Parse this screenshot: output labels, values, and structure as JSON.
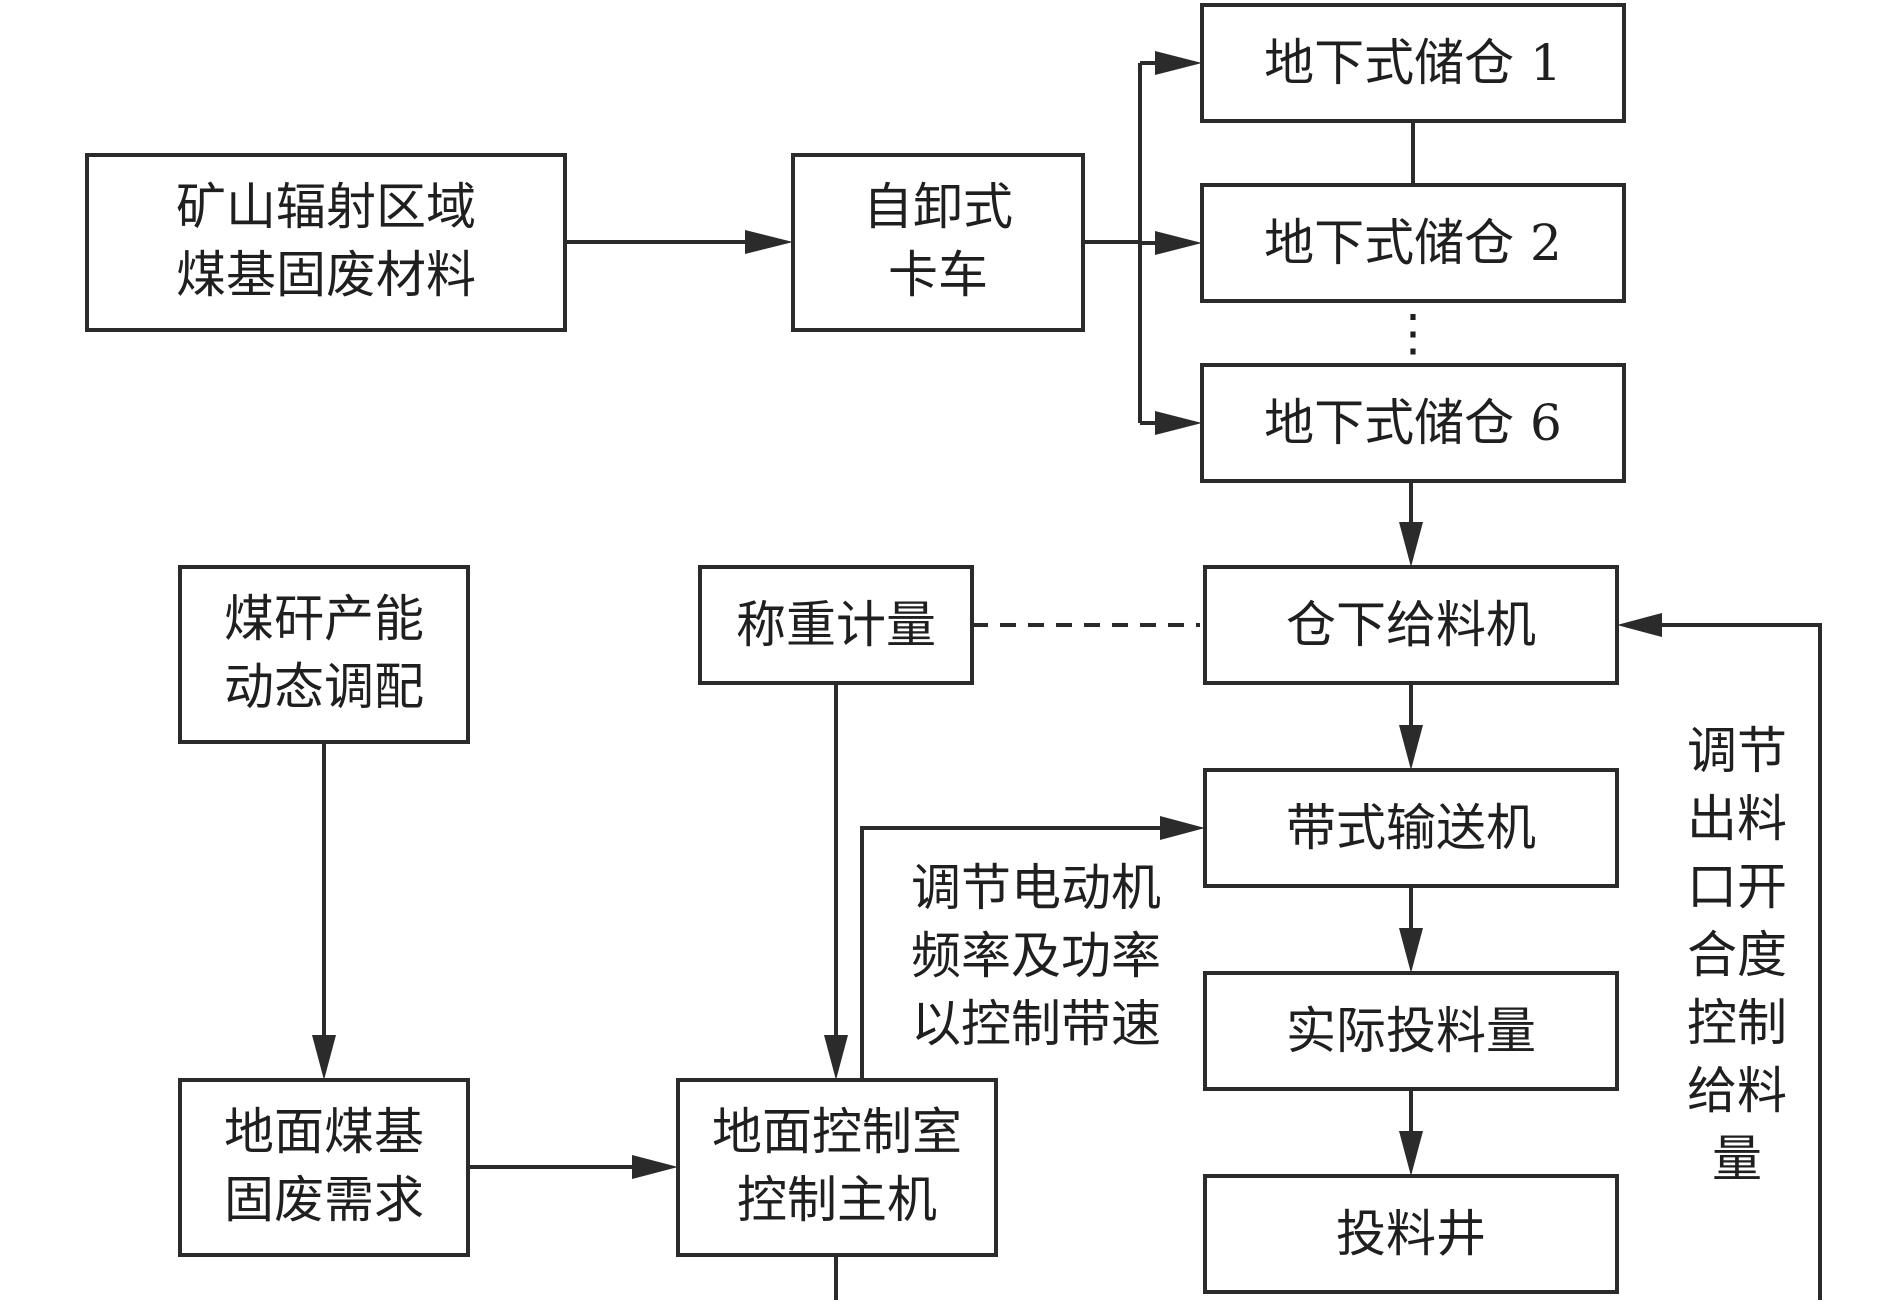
{
  "nodes": {
    "mine_material": [
      "矿山辐射区域",
      "煤基固废材料"
    ],
    "dump_truck": [
      "自卸式",
      "卡车"
    ],
    "silo_1": [
      "地下式储仓 1"
    ],
    "silo_2": [
      "地下式储仓 2"
    ],
    "silo_6": [
      "地下式储仓 6"
    ],
    "ellipsis": [
      "⋮"
    ],
    "coal_capacity": [
      "煤矸产能",
      "动态调配"
    ],
    "weighing": [
      "称重计量"
    ],
    "silo_feeder": [
      "仓下给料机"
    ],
    "belt_conveyor": [
      "带式输送机"
    ],
    "actual_feed": [
      "实际投料量"
    ],
    "feed_shaft": [
      "投料井"
    ],
    "ground_demand": [
      "地面煤基",
      "固废需求"
    ],
    "control_host": [
      "地面控制室",
      "控制主机"
    ]
  },
  "annotations": {
    "motor_control": [
      "调节电动机",
      "频率及功率",
      "以控制带速"
    ],
    "outlet_control": [
      "调节",
      "出料",
      "口开",
      "合度",
      "控制",
      "给料",
      "量"
    ]
  },
  "colors": {
    "stroke": "#2b2b2b",
    "text": "#1f1f1f",
    "background": "#ffffff"
  }
}
